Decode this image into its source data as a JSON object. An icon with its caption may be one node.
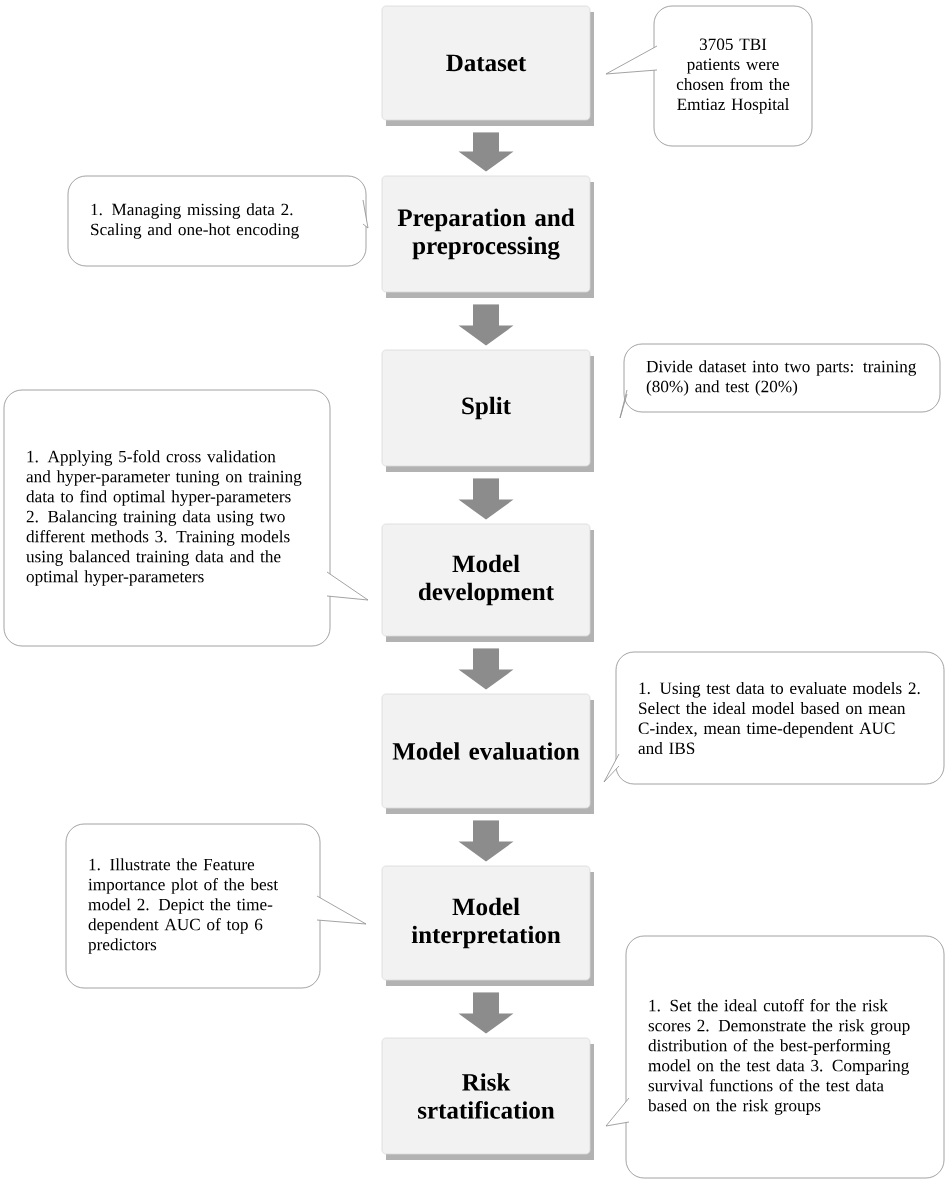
{
  "diagram": {
    "nodes": [
      {
        "text": [
          "Dataset"
        ]
      },
      {
        "text": [
          "3705 TBI patients were chosen from the Emtiaz Hospital"
        ]
      },
      {
        "text": [
          "1. Managing missing data 2. Scaling and one-hot encoding"
        ]
      },
      {
        "text": [
          "Preparation and preprocessing"
        ]
      },
      {
        "text": [
          "Split"
        ]
      },
      {
        "text": [
          "Divide dataset into two parts: training (80%) and test (20%)"
        ]
      },
      {
        "text": [
          "1. Applying 5-fold cross validation and hyper-parameter tuning on training data to find optimal hyper-parameters 2. Balancing training data using two different methods 3. Training models using balanced training data and the optimal hyper-parameters"
        ]
      },
      {
        "text": [
          "Model development"
        ]
      },
      {
        "text": [
          "Model evaluation"
        ]
      },
      {
        "text": [
          "1. Using test data to evaluate models 2. Select the ideal model based on mean C-index, mean time-dependent AUC and IBS"
        ]
      },
      {
        "text": [
          "1. Illustrate the Feature importance plot of the best model 2. Depict the time-dependent AUC of top 6 predictors"
        ]
      },
      {
        "text": [
          "Model interpretation"
        ]
      },
      {
        "text": [
          "Risk srtatification"
        ]
      },
      {
        "text": [
          "1. Set the ideal cutoff for the risk scores 2. Demonstrate the risk group distribution of the best-performing model on the test data 3. Comparing survival functions of the test data based on the risk groups"
        ]
      }
    ],
    "edges": [
      {
        "from": 0,
        "to": 3,
        "arrow": "to"
      },
      {
        "from": 3,
        "to": 4,
        "arrow": "to"
      },
      {
        "from": 4,
        "to": 7,
        "arrow": "to"
      },
      {
        "from": 7,
        "to": 8,
        "arrow": "to"
      },
      {
        "from": 8,
        "to": 11,
        "arrow": "to"
      },
      {
        "from": 11,
        "to": 12,
        "arrow": "to"
      }
    ]
  }
}
